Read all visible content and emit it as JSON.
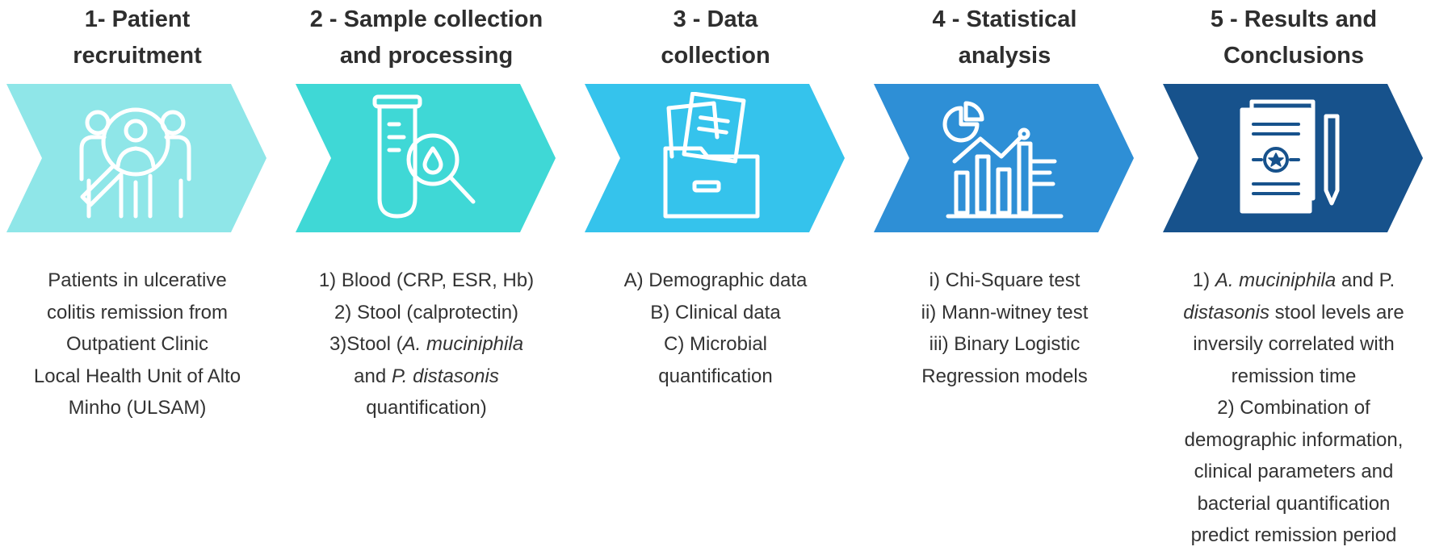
{
  "steps": [
    {
      "title": [
        "1- Patient",
        "recruitment"
      ],
      "color": "#8fe6e8",
      "icon": "patient-search-icon",
      "lines": [
        "Patients in ulcerative",
        "colitis remission from",
        "Outpatient Clinic",
        "Local Health Unit of Alto",
        "Minho (ULSAM)"
      ]
    },
    {
      "title": [
        "2 - Sample collection",
        "and processing"
      ],
      "color": "#3fd8d6",
      "icon": "test-tube-magnifier-icon",
      "lines": [
        "1) Blood (CRP, ESR, Hb)",
        "2) Stool (calprotectin)",
        "3)Stool (A. muciniphila",
        "and P. distasonis",
        "quantification)"
      ]
    },
    {
      "title": [
        "3 - Data",
        "collection"
      ],
      "color": "#35c3ec",
      "icon": "folder-documents-icon",
      "lines": [
        "A) Demographic data",
        "B) Clinical data",
        "C) Microbial",
        "quantification"
      ]
    },
    {
      "title": [
        "4 - Statistical",
        "analysis"
      ],
      "color": "#2e8fd6",
      "icon": "chart-analysis-icon",
      "lines": [
        "i) Chi-Square test",
        "ii) Mann-witney test",
        "iii) Binary Logistic",
        "Regression models"
      ]
    },
    {
      "title": [
        "5 - Results and",
        "Conclusions"
      ],
      "color": "#17528c",
      "icon": "report-pencil-icon",
      "lines": [
        "1) A. muciniphila and P.",
        "distasonis stool levels are",
        "inversily correlated with",
        "remission time",
        "2) Combination of",
        "demographic information,",
        "clinical parameters and",
        "bacterial quantification",
        "predict remission period"
      ]
    }
  ]
}
